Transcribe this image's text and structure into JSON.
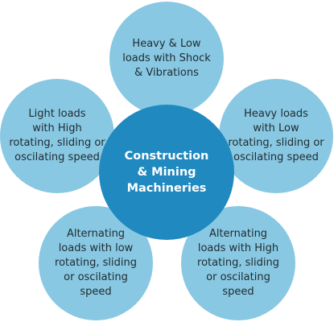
{
  "diagram": {
    "center": "Construction\n& Mining\nMachineries",
    "petals": {
      "top": "Heavy & Low\nloads with Shock\n& Vibrations",
      "upper_left": "Light loads\nwith High\nrotating, sliding or\noscilating speed",
      "upper_right": "Heavy loads\nwith Low\nrotating, sliding or\noscilating speed",
      "lower_left": "Alternating\nloads with low\nrotating, sliding\nor oscilating\nspeed",
      "lower_right": "Alternating\nloads with High\nrotating, sliding\nor oscilating\nspeed"
    }
  },
  "colors": {
    "petal": "#78c0de",
    "center": "#1f89c0",
    "center_text": "#ffffff"
  }
}
